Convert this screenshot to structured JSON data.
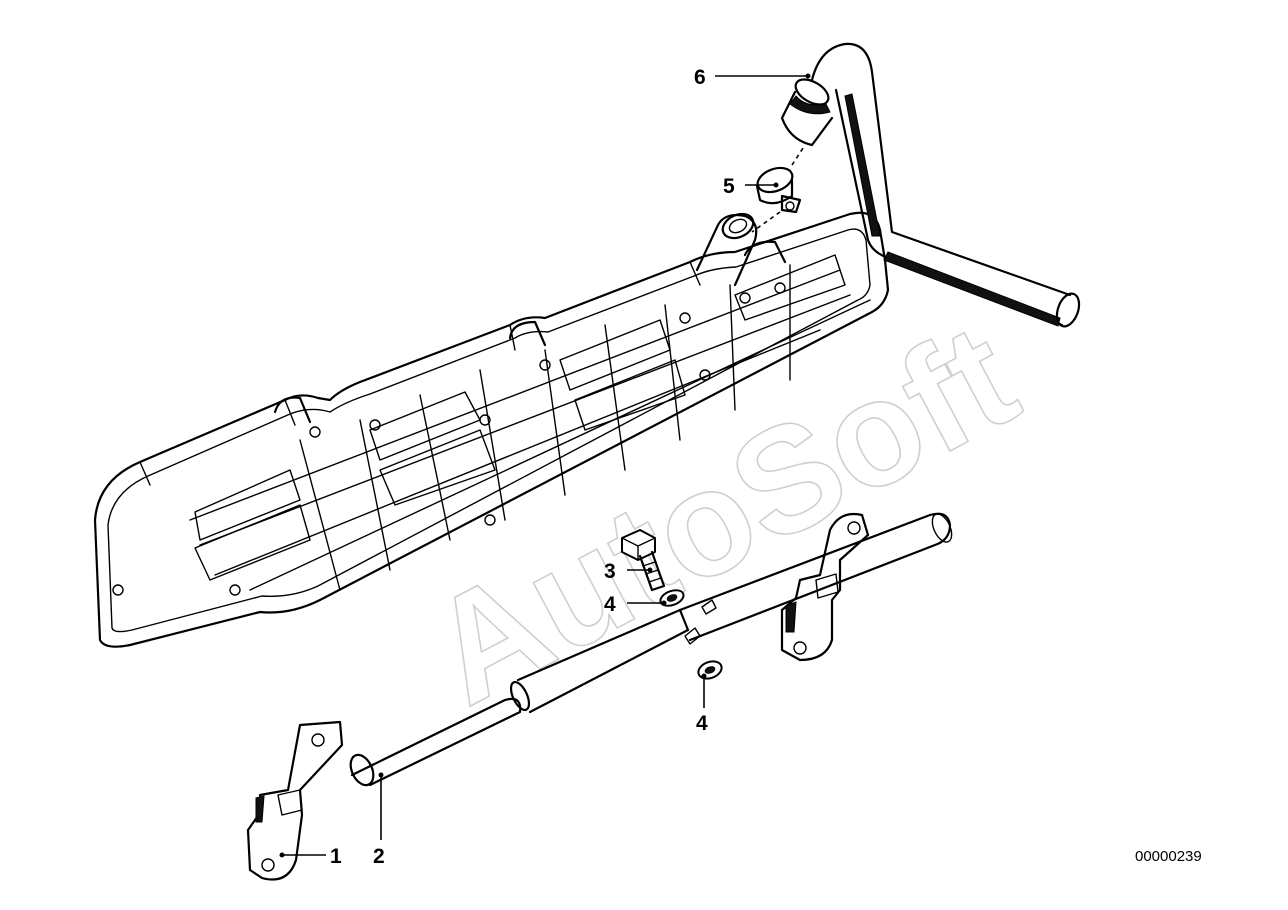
{
  "watermark": "AutoSoft",
  "document_number": "00000239",
  "callouts": [
    {
      "id": "1",
      "label": "1"
    },
    {
      "id": "2",
      "label": "2"
    },
    {
      "id": "3",
      "label": "3"
    },
    {
      "id": "4a",
      "label": "4"
    },
    {
      "id": "4b",
      "label": "4"
    },
    {
      "id": "5",
      "label": "5"
    },
    {
      "id": "6",
      "label": "6"
    }
  ]
}
